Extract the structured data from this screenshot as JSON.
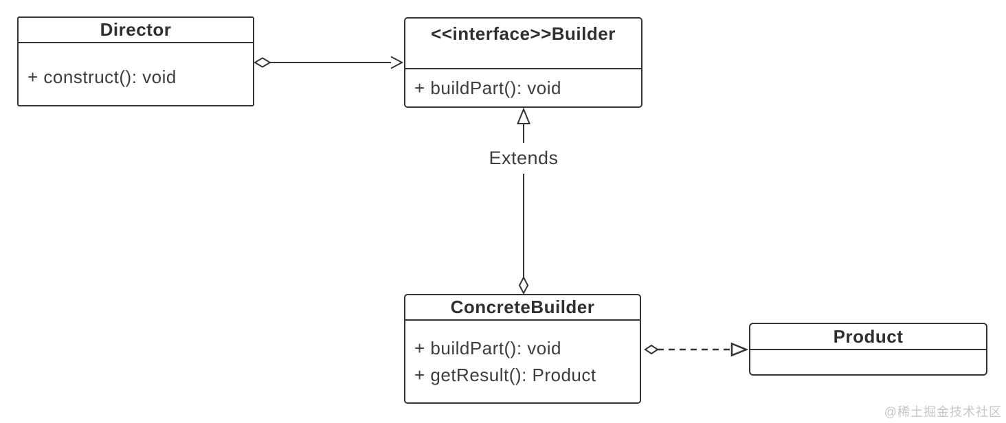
{
  "diagram": {
    "type": "uml-class-diagram",
    "classes": [
      {
        "name": "Director",
        "methods": [
          "+ construct(): void"
        ]
      },
      {
        "name": "<<interface>>Builder",
        "methods": [
          "+ buildPart(): void"
        ]
      },
      {
        "name": "ConcreteBuilder",
        "methods": [
          "+ buildPart(): void",
          "+ getResult(): Product"
        ]
      },
      {
        "name": "Product",
        "methods": []
      }
    ],
    "relationships": [
      {
        "from": "Director",
        "to": "<<interface>>Builder",
        "label": "",
        "line": "solid",
        "source_end": "hollow-diamond",
        "target_end": "open-arrow"
      },
      {
        "from": "ConcreteBuilder",
        "to": "<<interface>>Builder",
        "label": "Extends",
        "line": "solid",
        "source_end": "hollow-diamond",
        "target_end": "hollow-triangle"
      },
      {
        "from": "ConcreteBuilder",
        "to": "Product",
        "label": "",
        "line": "dashed",
        "source_end": "hollow-diamond",
        "target_end": "hollow-triangle"
      }
    ]
  },
  "watermark": {
    "text": "@稀土掘金技术社区"
  },
  "colors": {
    "background": "#ffffff",
    "stroke": "#333333",
    "text": "#3a3a3a",
    "watermark": "#c6c6c6"
  }
}
